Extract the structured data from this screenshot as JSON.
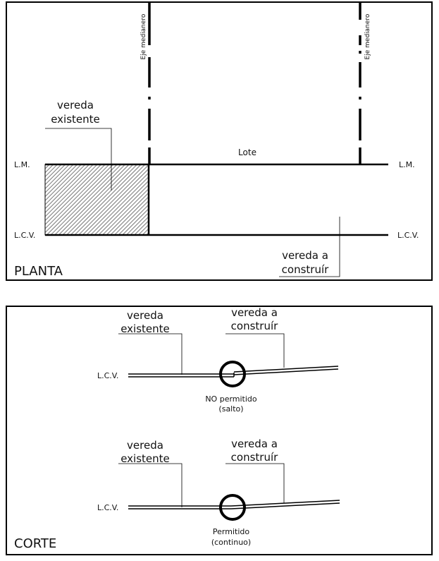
{
  "planta": {
    "title": "PLANTA",
    "eje_label_left": "Eje medianero",
    "eje_label_right": "Eje medianero",
    "vereda_existente_line1": "vereda",
    "vereda_existente_line2": "existente",
    "lote_label": "Lote",
    "lm_left": "L.M.",
    "lm_right": "L.M.",
    "lcv_left": "L.C.V.",
    "lcv_right": "L.C.V.",
    "vereda_construir_line1": "vereda a",
    "vereda_construir_line2": "construír"
  },
  "corte": {
    "title": "CORTE",
    "top": {
      "vereda_existente_line1": "vereda",
      "vereda_existente_line2": "existente",
      "vereda_construir_line1": "vereda a",
      "vereda_construir_line2": "construír",
      "lcv_label": "L.C.V.",
      "caption_line1": "NO permitido",
      "caption_line2": "(salto)"
    },
    "bottom": {
      "vereda_existente_line1": "vereda",
      "vereda_existente_line2": "existente",
      "vereda_construir_line1": "vereda a",
      "vereda_construir_line2": "construír",
      "lcv_label": "L.C.V.",
      "caption_line1": "Permitido",
      "caption_line2": "(continuo)"
    }
  }
}
